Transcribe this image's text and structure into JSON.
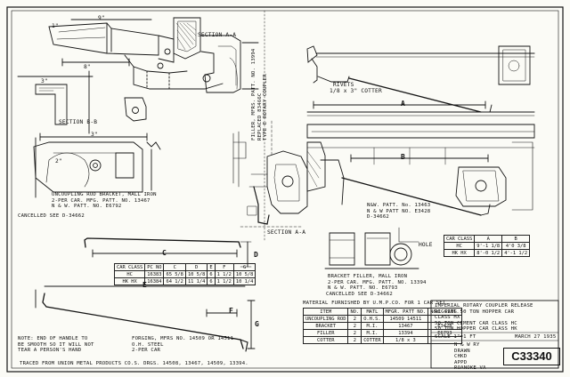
{
  "drawing_number": "C33340",
  "title_block": {
    "line1": "IMPERIAL ROTARY COUPLER RELEASE",
    "line2": "RIGGING 50 TON HOPPER CAR",
    "line3": "CLASS HX",
    "line4": "50 TON CEMENT CAR CLASS HC",
    "line5": "50 TON HOPPER CAR CLASS HK",
    "scale": "SCALE 1\"=1 FT",
    "date": "MARCH 27 1935"
  },
  "section_labels": {
    "section_aa_top": "SECTION A-A",
    "section_bb": "SECTION B-B",
    "section_aa_bottom": "SECTION A-A",
    "riveted_note": "RIVETS",
    "cotter_note": "1/8 x 3\" COTTER",
    "hole_note": "HOLE",
    "dim_a": "A",
    "dim_b": "B"
  },
  "notes": {
    "uncoupling_rod_bracket": [
      "UNCOUPLING ROD BRACKET, MALL IRON",
      "2-PER CAR.  MFG. PATT. NO. 13467",
      "N & W. PATT. NO. E6792"
    ],
    "cancelled_1": "CANCELLED  SEE  D-34662",
    "bracket_filler": [
      "BRACKET FILLER, MALL IRON",
      "2-PER CAR.  MFG. PATT. NO. 13394",
      "N & W. PATT. NO. E6793"
    ],
    "cancelled_2": "CANCELLED  SEE  D-34662",
    "filler_vertical": [
      "FILLER, MFRS. PATT. NO. 13994",
      "REPLACED 83466C",
      "TYPE E ROTARY COUPLER"
    ],
    "nw_patt": [
      "N&W. PATT. No. 13463",
      "N & W  PATT NO. E3428",
      "D-34662"
    ],
    "handle_note": [
      "NOTE: END OF HANDLE TO",
      "BE SMOOTH SO IT WILL NOT",
      "TEAR A PERSON'S HAND"
    ],
    "forging_note": [
      "FORGING, MFRS NO. 14509 OR 14511",
      "O.H. STEEL",
      "2-PER CAR"
    ],
    "traced_from": "TRACED FROM UNION METAL PRODUCTS CO.S. DRGS. 14508, 13467, 14509, 13394."
  },
  "dimension_labels": {
    "c": "C",
    "d": "D",
    "e": "E",
    "f": "F",
    "g": "G",
    "d8": "8\"",
    "d9": "9\"",
    "d3a": "3\"",
    "d3b": "3\"",
    "d1a": "1\"",
    "d2": "2\""
  },
  "rod_table": {
    "headers": [
      "CAR CLASS",
      "PC NO",
      "C",
      "D",
      "E",
      "F",
      "G"
    ],
    "rows": [
      [
        "HC",
        "16383",
        "65 5/8",
        "10 5/8",
        "6",
        "1 1/2",
        "10 5/8"
      ],
      [
        "HK HX",
        "16384",
        "64 1/2",
        "11 1/4",
        "6",
        "1 1/2",
        "10 1/4"
      ]
    ]
  },
  "ab_table": {
    "headers": [
      "CAR CLASS",
      "A",
      "B"
    ],
    "rows": [
      [
        "HC",
        "9'-1 1/8",
        "4'0 3/8"
      ],
      [
        "HK HX",
        "8'-0 1/2",
        "4'-1 1/2"
      ]
    ]
  },
  "material_table": {
    "caption": "MATERIAL FURNISHED BY U.M.P.CO. FOR 1 CAR SET.",
    "headers": [
      "ITEM",
      "NO.",
      "MATL",
      "MFGR. PATT NO.",
      "N&W. PATT."
    ],
    "rows": [
      [
        "UNCOUPLING ROD",
        "2",
        "O.H.S.",
        "14509 14511",
        ""
      ],
      [
        "BRACKET",
        "2",
        "M.I.",
        "13467",
        "E3428"
      ],
      [
        "FILLER",
        "2",
        "M.I.",
        "13394",
        "E6793"
      ],
      [
        "COTTER",
        "2",
        "COTTER",
        "1/8 x 3",
        ""
      ]
    ]
  },
  "revision_stamp": [
    "N & W RY",
    "DRAWN",
    "CHKD",
    "APPD",
    "ROANOKE VA"
  ]
}
